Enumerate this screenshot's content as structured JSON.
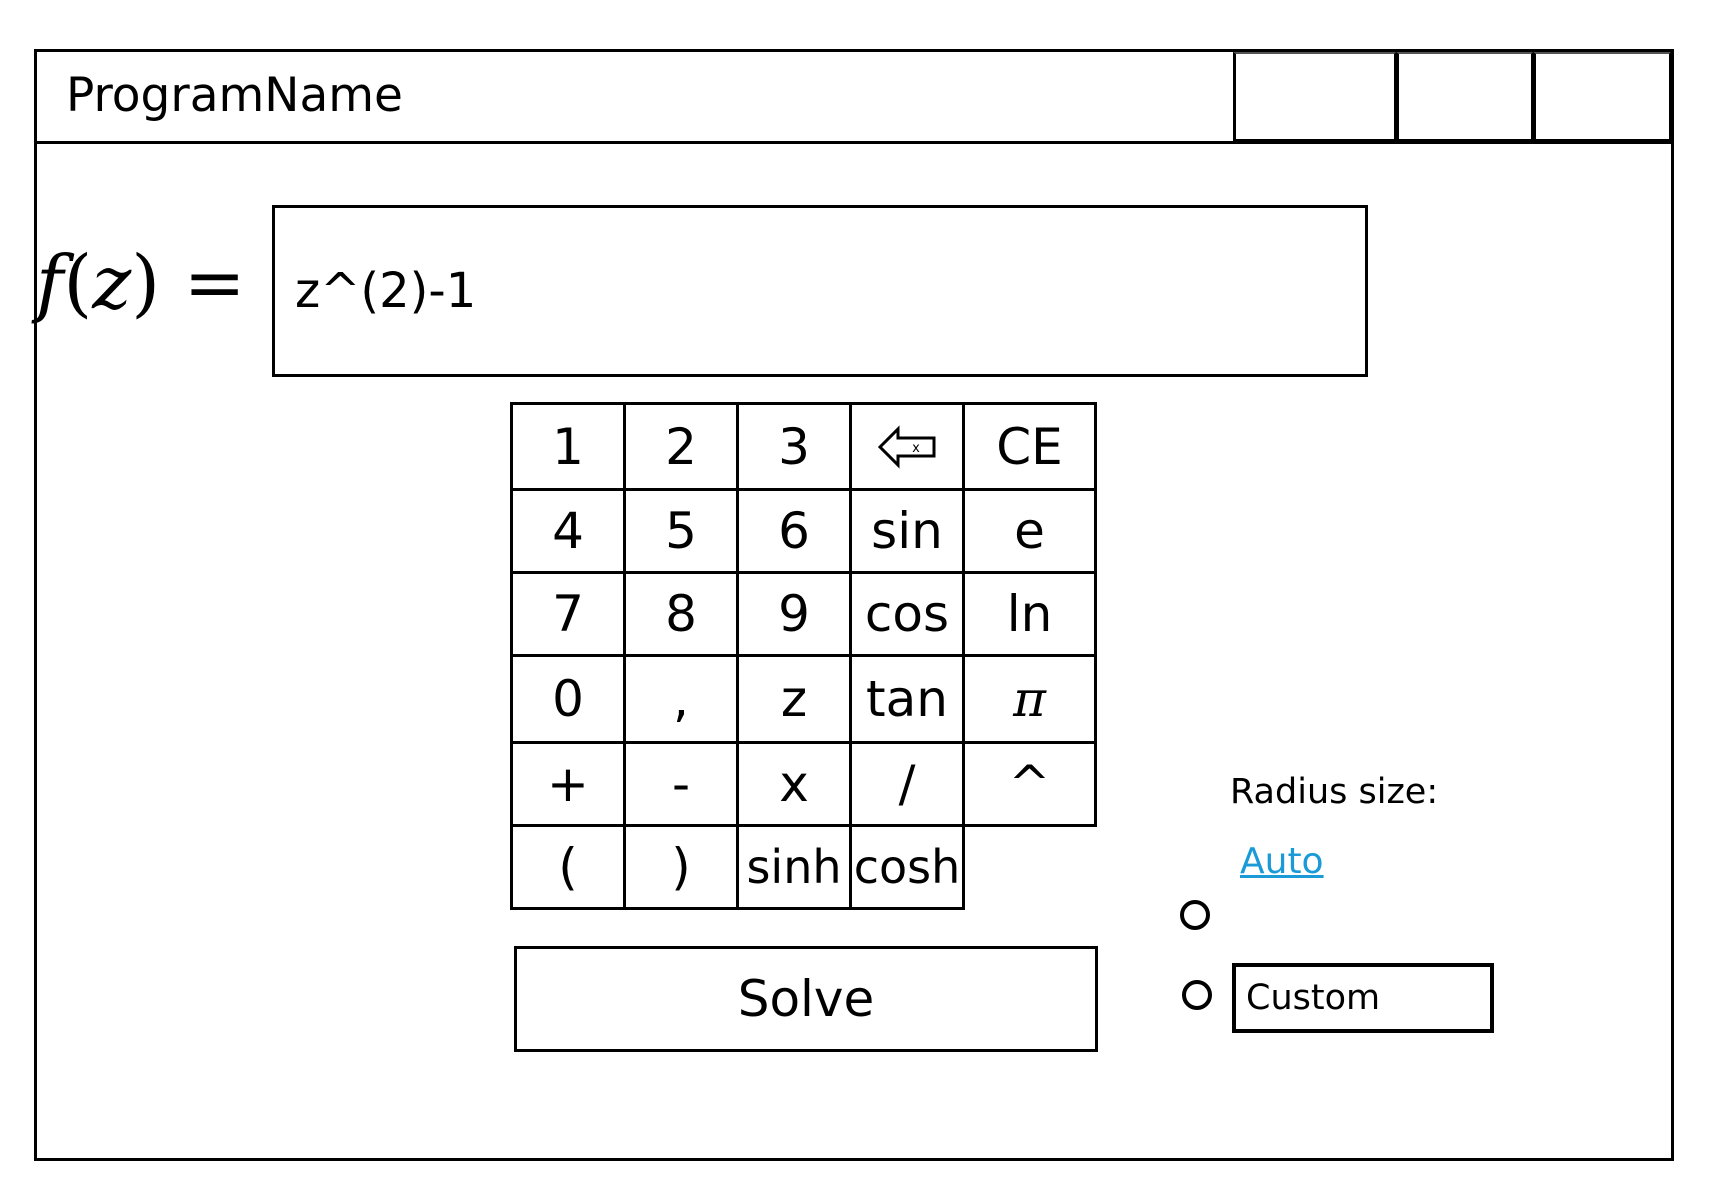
{
  "window": {
    "title": "ProgramName"
  },
  "function_label": {
    "prefix": "f",
    "open": "(",
    "var": "z",
    "close": ")",
    "equals": "="
  },
  "function_input": {
    "value": "z^(2)-1"
  },
  "keypad": {
    "backspace_icon": "backspace-icon",
    "rows": [
      [
        "1",
        "2",
        "3",
        "⌫",
        "CE"
      ],
      [
        "4",
        "5",
        "6",
        "sin",
        "e"
      ],
      [
        "7",
        "8",
        "9",
        "cos",
        "ln"
      ],
      [
        "0",
        ",",
        "z",
        "tan",
        "π"
      ],
      [
        "+",
        "-",
        "x",
        "/",
        "^"
      ],
      [
        "(",
        ")",
        "sinh",
        "cosh"
      ]
    ]
  },
  "solve_button": {
    "label": "Solve"
  },
  "radius": {
    "label": "Radius size:",
    "options": [
      {
        "label": "Auto"
      },
      {
        "label": "Custom"
      }
    ]
  }
}
